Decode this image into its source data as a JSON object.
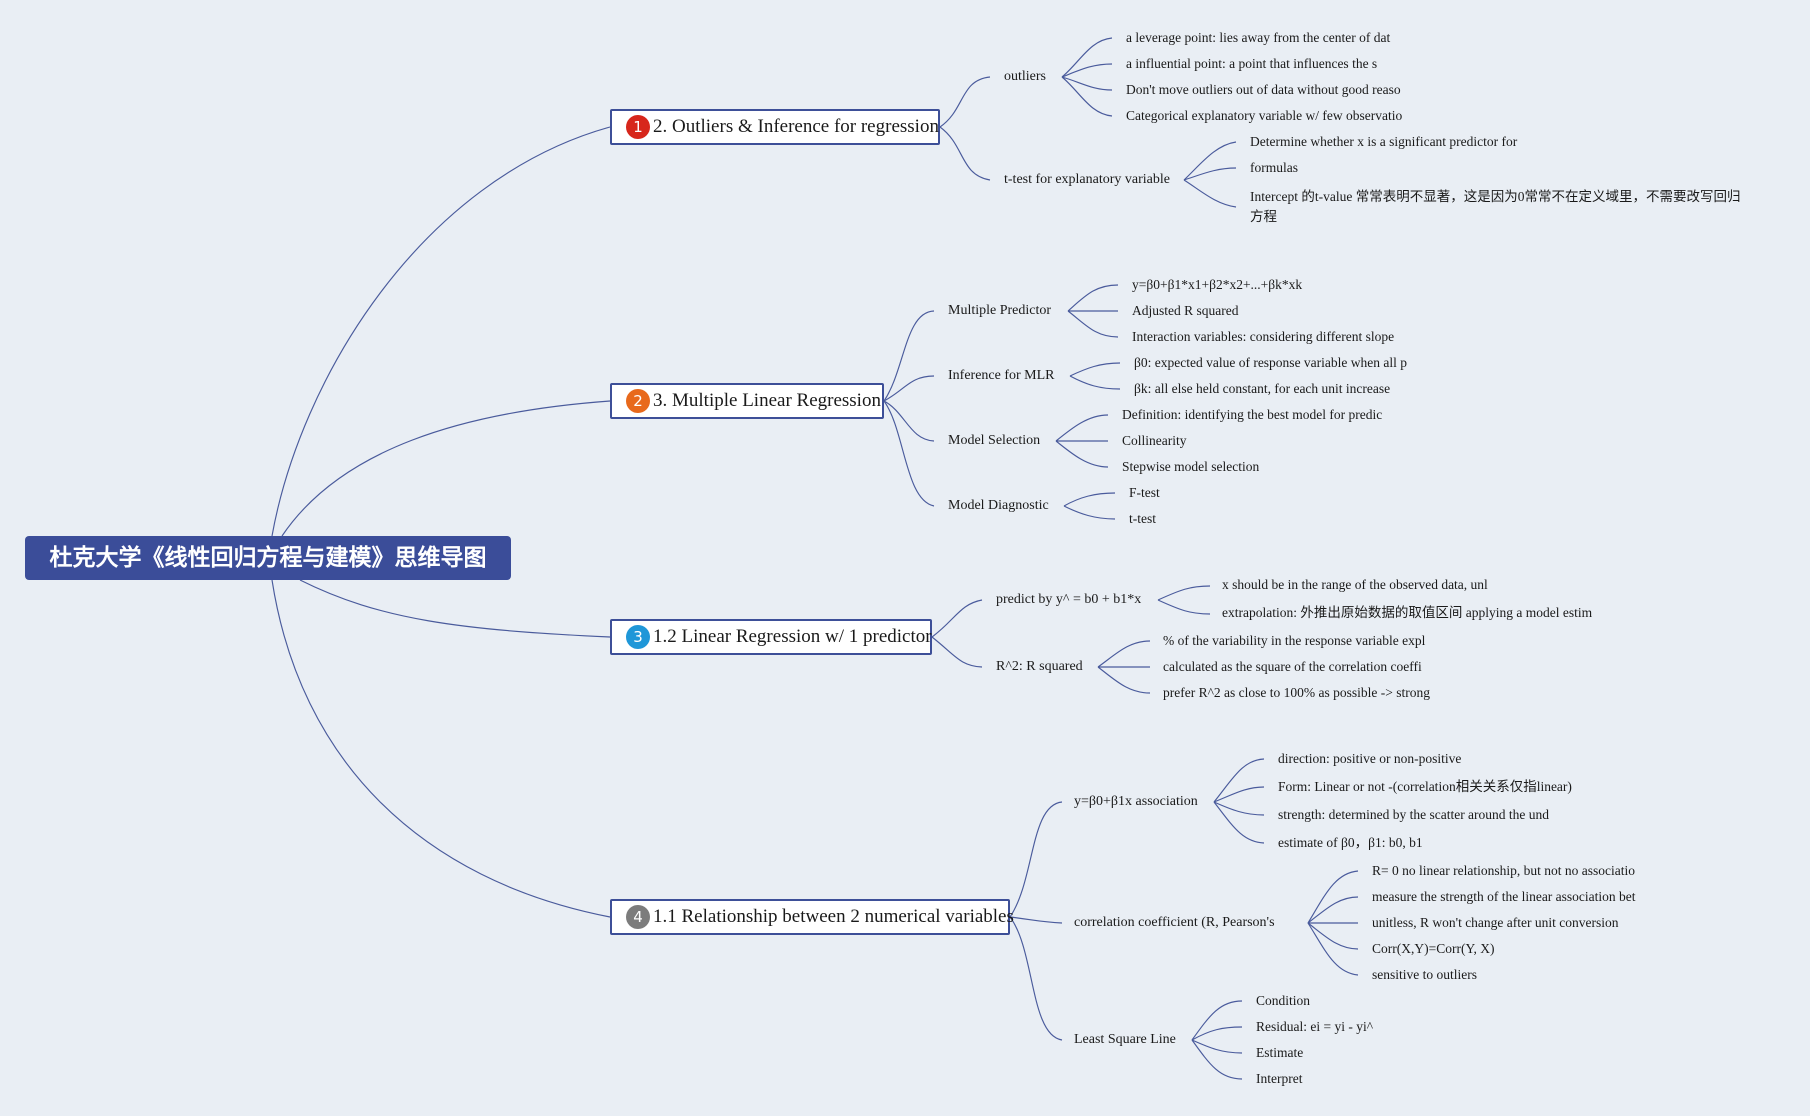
{
  "root": {
    "title": "杜克大学《线性回归方程与建模》思维导图"
  },
  "branches": [
    {
      "badge": "1",
      "badge_color": "#d7261b",
      "title": "2. Outliers & Inference for regression",
      "children": [
        {
          "label": "outliers",
          "leaves": [
            "a leverage point: lies away from the center of dat",
            "a influential point: a point that influences the s",
            "Don't move outliers out of data without good reaso",
            "Categorical explanatory variable w/ few observatio"
          ]
        },
        {
          "label": "t-test for explanatory variable",
          "leaves": [
            "Determine whether x is a significant predictor for",
            "formulas",
            "Intercept 的t-value 常常表明不显著，这是因为0常常不在定义域里，不需要改写回归方程"
          ]
        }
      ]
    },
    {
      "badge": "2",
      "badge_color": "#e8691c",
      "title": "3. Multiple Linear Regression",
      "children": [
        {
          "label": "Multiple Predictor",
          "leaves": [
            "y=β0+β1*x1+β2*x2+...+βk*xk",
            "Adjusted R squared",
            "Interaction variables: considering different slope"
          ]
        },
        {
          "label": "Inference for MLR",
          "leaves": [
            "β0: expected value of response variable when all p",
            "βk: all else held constant, for each unit increase"
          ]
        },
        {
          "label": "Model Selection",
          "leaves": [
            "Definition: identifying the best model for predic",
            "Collinearity",
            "Stepwise model selection"
          ]
        },
        {
          "label": "Model Diagnostic",
          "leaves": [
            "F-test",
            "t-test"
          ]
        }
      ]
    },
    {
      "badge": "3",
      "badge_color": "#1f97d8",
      "title": "1.2 Linear Regression w/ 1 predictor",
      "children": [
        {
          "label": "predict by y^ = b0 + b1*x",
          "leaves": [
            "x should be in the range of the observed data, unl",
            "extrapolation: 外推出原始数据的取值区间 applying a model estim"
          ]
        },
        {
          "label": "R^2: R squared",
          "leaves": [
            "% of the variability in the response variable expl",
            "calculated as the square of the correlation coeffi",
            "prefer R^2 as close to 100% as possible -> strong"
          ]
        }
      ]
    },
    {
      "badge": "4",
      "badge_color": "#7c7c7c",
      "title": "1.1 Relationship between 2 numerical variables",
      "children": [
        {
          "label": "y=β0+β1x association",
          "leaves": [
            "direction: positive or non-positive",
            "Form: Linear or not -(correlation相关关系仅指linear)",
            "strength: determined by the scatter around the und",
            "estimate of β0，β1: b0, b1"
          ]
        },
        {
          "label": "correlation coefficient (R, Pearson's",
          "leaves": [
            "R= 0 no linear relationship, but not no associatio",
            "measure the strength of the linear association bet",
            "unitless, R won't change after unit conversion",
            "Corr(X,Y)=Corr(Y, X)",
            "sensitive to outliers"
          ]
        },
        {
          "label": "Least Square Line",
          "leaves": [
            "Condition",
            "Residual: ei = yi - yi^",
            "Estimate",
            "Interpret"
          ]
        }
      ]
    }
  ]
}
